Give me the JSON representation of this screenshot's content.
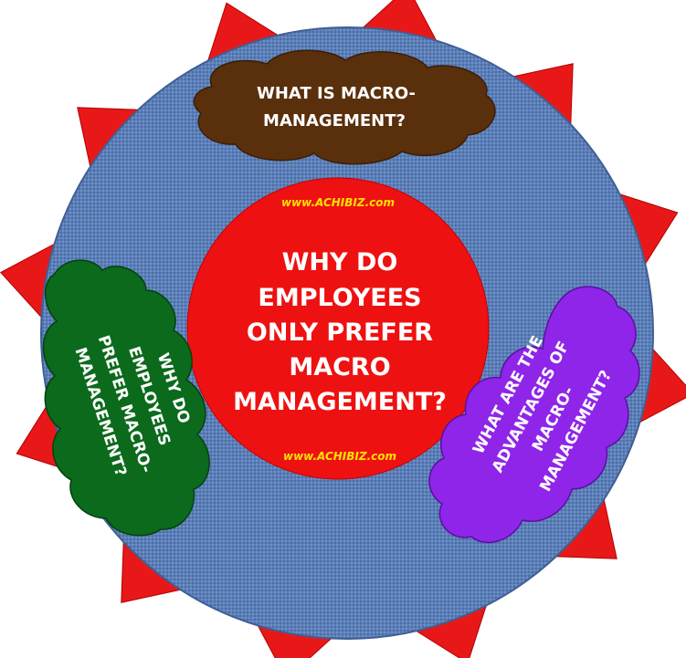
{
  "center": {
    "lines": [
      "WHY DO",
      "EMPLOYEES",
      "ONLY PREFER",
      "MACRO",
      "MANAGEMENT?"
    ],
    "watermark_top": "www.ACHIBIZ.com",
    "watermark_bottom": "www.ACHIBIZ.com"
  },
  "top_cloud": {
    "lines": [
      "WHAT IS MACRO-",
      "MANAGEMENT?"
    ]
  },
  "left_cloud": {
    "lines": [
      "WHY DO",
      "EMPLOYEES",
      "PREFER MACRO-",
      "MANAGEMENT?"
    ]
  },
  "right_cloud": {
    "lines": [
      "WHAT ARE THE",
      "ADVANTAGES OF",
      "MACRO-",
      "MANAGEMENT?"
    ]
  },
  "colors": {
    "spikes": "#e81818",
    "outer_circle": "#5b7fb8",
    "center_circle": "#ee1111",
    "top_cloud": "#5a2f0c",
    "left_cloud": "#0b6a1c",
    "right_cloud": "#8f25e8",
    "text": "#ffffff",
    "watermark": "#ffe100"
  }
}
